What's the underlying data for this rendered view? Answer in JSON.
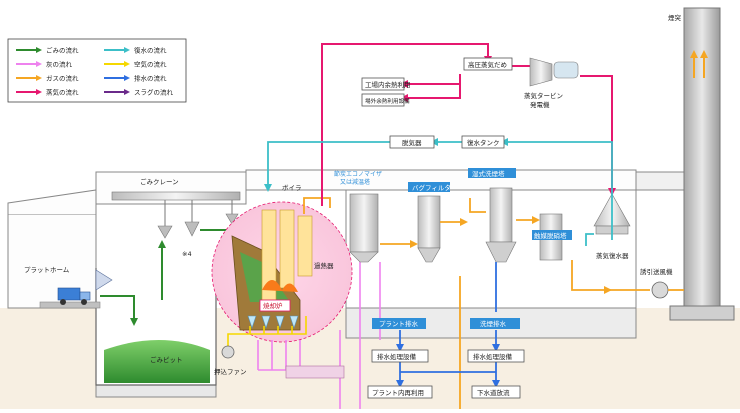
{
  "colors": {
    "garbage": "#2e8b2e",
    "ash": "#ee82ee",
    "gas": "#f5a623",
    "steam": "#e6186f",
    "return_water": "#3cbfc8",
    "air": "#f5d800",
    "wastewater": "#2f6fe0",
    "slag": "#6a2a8a",
    "label_blue": "#2f8fd8"
  },
  "legend": [
    {
      "key": "garbage",
      "label": "ごみの流れ"
    },
    {
      "key": "return_water",
      "label": "復水の流れ"
    },
    {
      "key": "ash",
      "label": "灰の流れ"
    },
    {
      "key": "air",
      "label": "空気の流れ"
    },
    {
      "key": "gas",
      "label": "ガスの流れ"
    },
    {
      "key": "wastewater",
      "label": "排水の流れ"
    },
    {
      "key": "steam",
      "label": "蒸気の流れ"
    },
    {
      "key": "slag",
      "label": "スラグの流れ"
    }
  ],
  "labels": {
    "chimney": "煙突",
    "high_pressure_header": "高圧蒸気だめ",
    "plant_heat_use": "工場内余熱利用",
    "offsite_heat_use": "場外余熱利用設備",
    "turbine_line1": "蒸気タービン",
    "turbine_line2": "発電機",
    "deaerator": "脱気器",
    "condensate_tank": "復水タンク",
    "crane": "ごみクレーン",
    "boiler": "ボイラ",
    "economizer_line1": "節炭エコノマイザ",
    "economizer_line2": "又は減温塔",
    "bag_filter": "バグフィルタ",
    "wet_scrubber": "湿式洗煙塔",
    "catalytic_reactor": "触媒脱硝塔",
    "condenser": "蒸気復水器",
    "induced_fan": "誘引送風機",
    "platform": "プラットホーム",
    "pit": "ごみピット",
    "note_ref": "※4",
    "superheater": "過熱器",
    "incinerator": "焼却炉",
    "forced_fan": "押込ファン",
    "plant_drain": "プラント排水",
    "scrubber_drain": "洗煙排水",
    "treatment_1": "排水処理設備",
    "treatment_2": "排水処理設備",
    "plant_reuse": "プラント内再利用",
    "sewer": "下水道放流"
  }
}
